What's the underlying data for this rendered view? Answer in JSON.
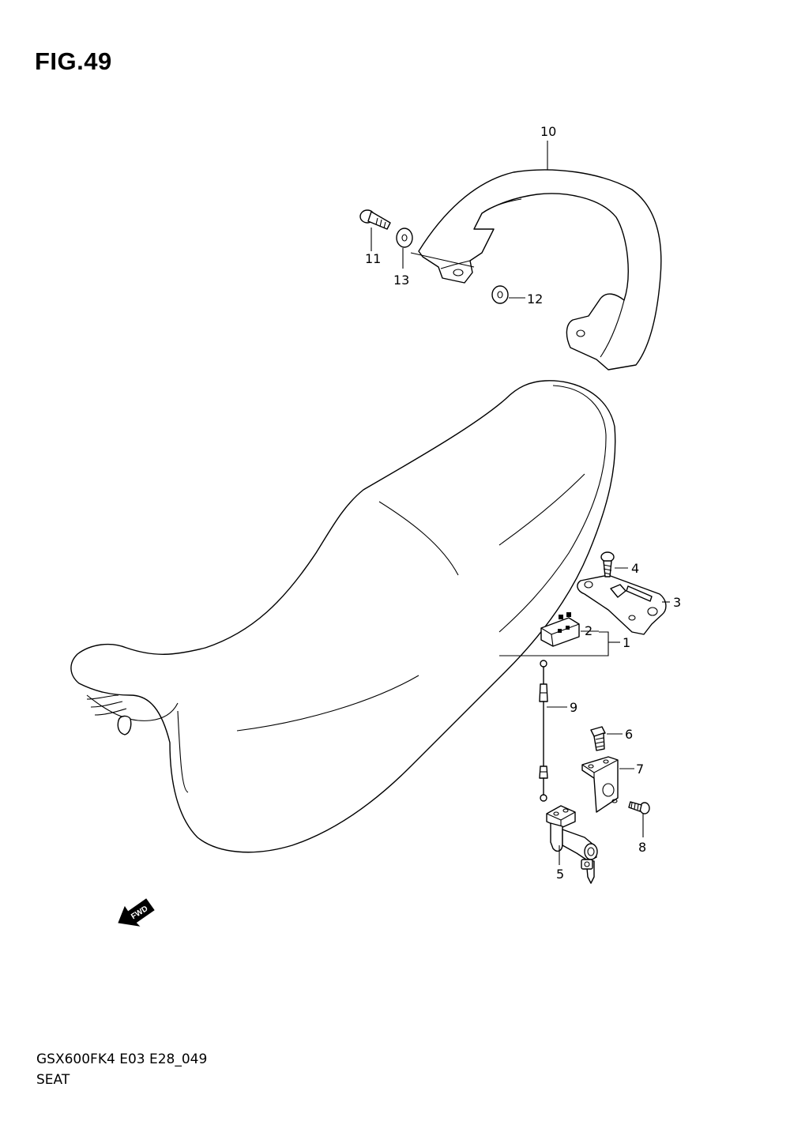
{
  "figure": {
    "title": "FIG.49",
    "code": "GSX600FK4 E03 E28_049",
    "name": "SEAT"
  },
  "callouts": {
    "c1": "1",
    "c2": "2",
    "c3": "3",
    "c4": "4",
    "c5": "5",
    "c6": "6",
    "c7": "7",
    "c8": "8",
    "c9": "9",
    "c10": "10",
    "c11": "11",
    "c12": "12",
    "c13": "13"
  },
  "fwd_label": "FWD"
}
